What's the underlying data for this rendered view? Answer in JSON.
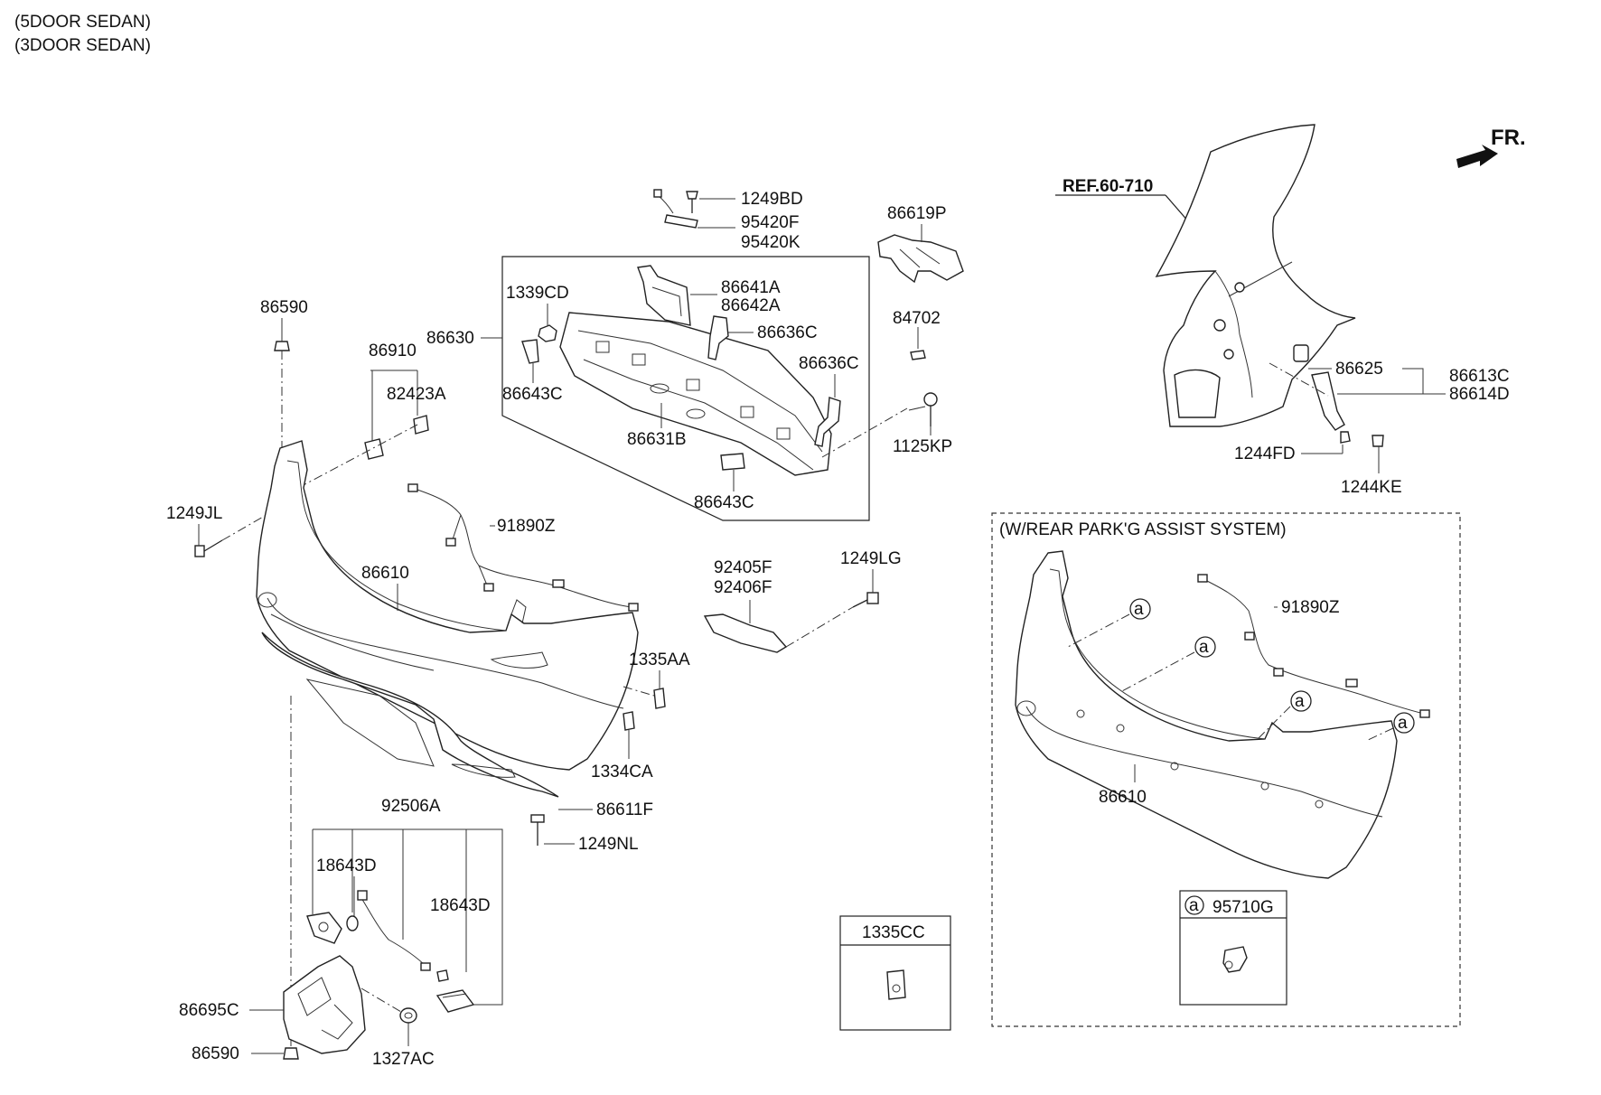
{
  "header": {
    "variant_1": "(5DOOR SEDAN)",
    "variant_2": "(3DOOR SEDAN)",
    "ref": "REF.60-710",
    "front": "FR."
  },
  "box_labels": {
    "parking_assist": "(W/REAR PARK'G ASSIST SYSTEM)",
    "clip_box": "1335CC",
    "sensor_box": "95710G",
    "sensor_marker": "a"
  },
  "parts": {
    "p1249BD": "1249BD",
    "p95420F": "95420F",
    "p95420K": "95420K",
    "p86619P": "86619P",
    "p84702": "84702",
    "p86641A": "86641A",
    "p86642A": "86642A",
    "p1339CD": "1339CD",
    "p86630": "86630",
    "p86636C_a": "86636C",
    "p86636C_b": "86636C",
    "p86643C_a": "86643C",
    "p86643C_b": "86643C",
    "p86631B": "86631B",
    "p1125KP": "1125KP",
    "p86590_top": "86590",
    "p86910": "86910",
    "p82423A": "82423A",
    "p1249JL": "1249JL",
    "p91890Z": "91890Z",
    "p86610": "86610",
    "p92405F": "92405F",
    "p92406F": "92406F",
    "p1249LG": "1249LG",
    "p1335AA": "1335AA",
    "p1334CA": "1334CA",
    "p86611F": "86611F",
    "p1249NL": "1249NL",
    "p92506A": "92506A",
    "p18643D_a": "18643D",
    "p18643D_b": "18643D",
    "p86695C": "86695C",
    "p86590_bot": "86590",
    "p1327AC": "1327AC",
    "p86625": "86625",
    "p86613C": "86613C",
    "p86614D": "86614D",
    "p1244FD": "1244FD",
    "p1244KE": "1244KE",
    "p91890Z_pas": "91890Z",
    "p86610_pas": "86610",
    "marker_a1": "a",
    "marker_a2": "a",
    "marker_a3": "a",
    "marker_a4": "a"
  }
}
